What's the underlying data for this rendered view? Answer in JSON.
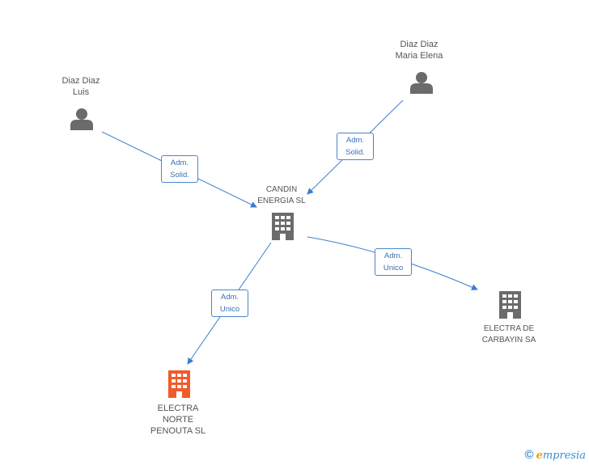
{
  "nodes": {
    "person_luis": {
      "label": "Diaz Diaz\nLuis",
      "icon": "person-icon",
      "color": "#6b6b6b"
    },
    "person_maria": {
      "label": "Diaz Diaz\nMaria Elena",
      "icon": "person-icon",
      "color": "#6b6b6b"
    },
    "candin": {
      "label": "CANDIN\nENERGIA SL",
      "icon": "building-icon",
      "color": "#6b6b6b"
    },
    "carbayin": {
      "label": "ELECTRA DE\nCARBAYIN SA",
      "icon": "building-icon",
      "color": "#6b6b6b"
    },
    "norte": {
      "label": "ELECTRA\nNORTE\nPENOUTA SL",
      "icon": "building-icon",
      "color": "#f15a2b"
    }
  },
  "edges": [
    {
      "from": "person_luis",
      "to": "candin",
      "label": "Adm.\nSolid."
    },
    {
      "from": "person_maria",
      "to": "candin",
      "label": "Adm.\nSolid."
    },
    {
      "from": "candin",
      "to": "carbayin",
      "label": "Adm.\nUnico"
    },
    {
      "from": "candin",
      "to": "norte",
      "label": "Adm.\nUnico"
    }
  ],
  "edge_color": "#3a7dd0",
  "footer": {
    "copyright": "©",
    "brand_initial": "e",
    "brand_rest": "mpresia"
  }
}
